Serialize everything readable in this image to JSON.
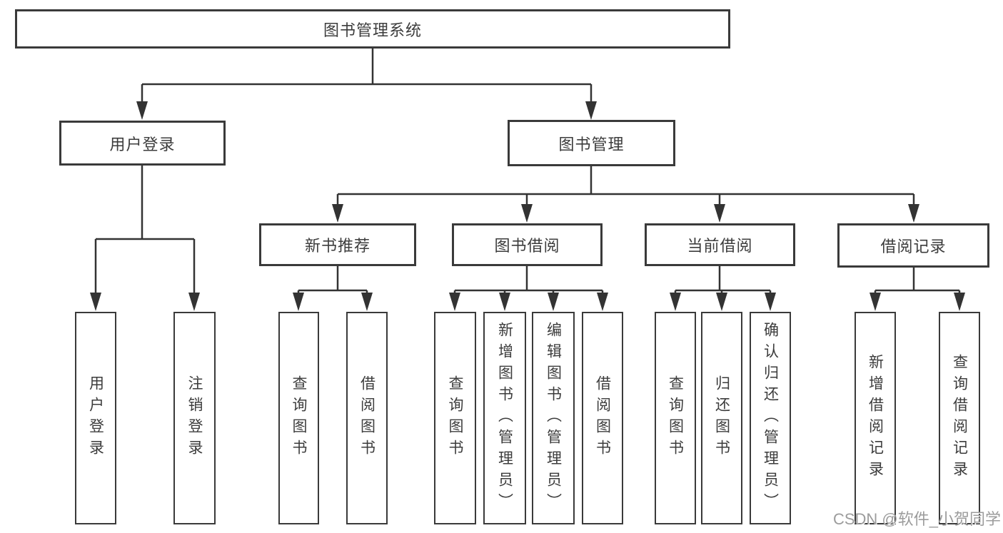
{
  "title": "图书管理系统",
  "hierarchy": {
    "label": "图书管理系统",
    "children": [
      {
        "label": "用户登录",
        "children": [
          {
            "label": "用户登录"
          },
          {
            "label": "注销登录"
          }
        ]
      },
      {
        "label": "图书管理",
        "children": [
          {
            "label": "新书推荐",
            "children": [
              {
                "label": "查询图书"
              },
              {
                "label": "借阅图书"
              }
            ]
          },
          {
            "label": "图书借阅",
            "children": [
              {
                "label": "查询图书"
              },
              {
                "label": "新增图书（管理员）"
              },
              {
                "label": "编辑图书（管理员）"
              },
              {
                "label": "借阅图书"
              }
            ]
          },
          {
            "label": "当前借阅",
            "children": [
              {
                "label": "查询图书"
              },
              {
                "label": "归还图书"
              },
              {
                "label": "确认归还（管理员）"
              }
            ]
          },
          {
            "label": "借阅记录",
            "children": [
              {
                "label": "新增借阅记录"
              },
              {
                "label": "查询借阅记录"
              }
            ]
          }
        ]
      }
    ]
  },
  "watermark": {
    "text": "CSDN @软件_小贺同学"
  },
  "colors": {
    "line": "#333333",
    "box_border": "#3a3a3a",
    "text": "#3c3c3c",
    "watermark": "#9c9c9c",
    "background": "#ffffff"
  }
}
